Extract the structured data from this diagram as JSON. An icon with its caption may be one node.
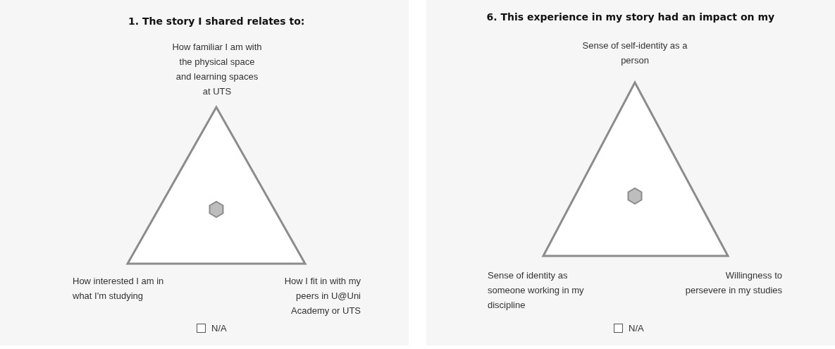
{
  "diagram": {
    "labels": [
      "1. The story I shared relates to:",
      "How familiar I am with the physical space and learning spaces at UTS",
      "How interested I am in what I'm studying",
      "How I fit in with my peers in U@Uni Academy or UTS",
      "N/A",
      "6. This experience in my story had an impact on my",
      "Sense of self-identity as a person",
      "Sense of identity as someone working in my discipline",
      "Willingness to persevere in my studies",
      "N/A"
    ]
  }
}
